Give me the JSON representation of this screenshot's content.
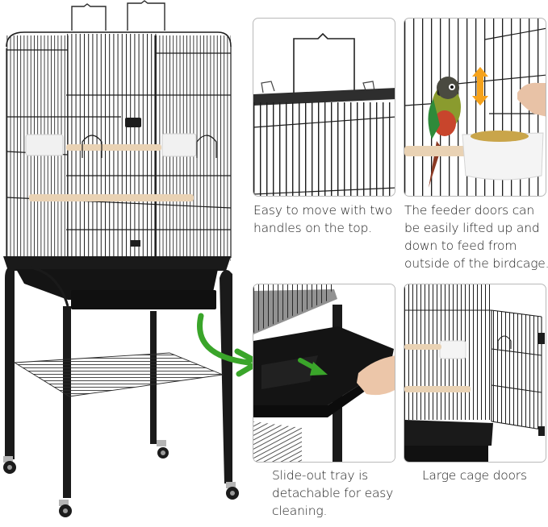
{
  "product": {
    "type": "bird cage with rolling stand",
    "main_image_label": "Bird cage on stand with wheels and bottom storage shelf"
  },
  "features": [
    {
      "id": "handles",
      "image_label": "Top handle of the bird cage",
      "caption": "Easy to move with two handles on the top."
    },
    {
      "id": "feeder",
      "image_label": "Parrot on perch next to white feeder cup with lift-up feeder door",
      "caption": "The feeder doors can be easily lifted up and down to feed from outside of the birdcage."
    },
    {
      "id": "tray",
      "image_label": "Hand pulling out the black slide-out tray",
      "caption": "Slide-out tray is detachable for easy cleaning."
    },
    {
      "id": "doors",
      "image_label": "Large front cage door swung open",
      "caption": "Large cage doors"
    }
  ],
  "colors": {
    "wire": "#1c1c1c",
    "perch": "#e9d2b4",
    "tray": "#141414",
    "green_arrow": "#3aa52a",
    "orange_arrow": "#f5a21b",
    "panel_border": "#b9b9b9",
    "feeder_cup": "#f4f4f4"
  }
}
